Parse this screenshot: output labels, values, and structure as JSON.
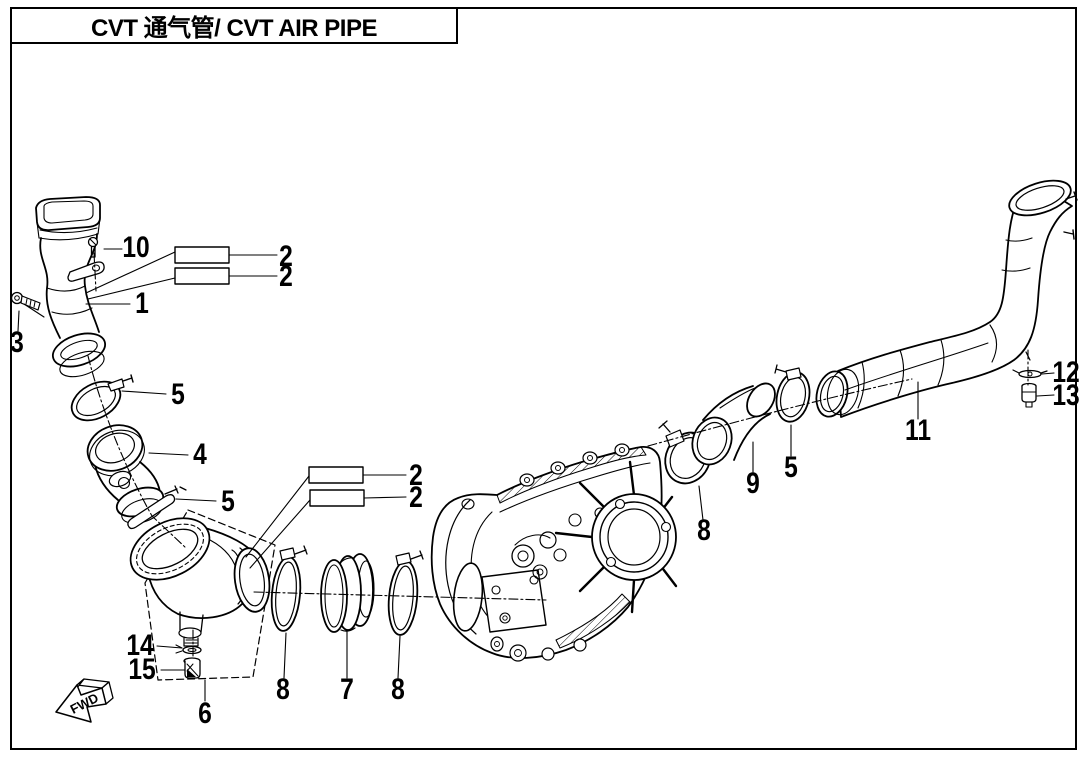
{
  "title": {
    "text": "CVT 通气管/ CVT AIR PIPE"
  },
  "direction_marker": {
    "label": "FWD"
  },
  "part_numbers": {
    "1": "1",
    "2": "2",
    "3": "3",
    "4": "4",
    "5": "5",
    "6": "6",
    "7": "7",
    "8": "8",
    "9": "9",
    "10": "10",
    "11": "11",
    "12": "12",
    "13": "13",
    "14": "14",
    "15": "15"
  }
}
